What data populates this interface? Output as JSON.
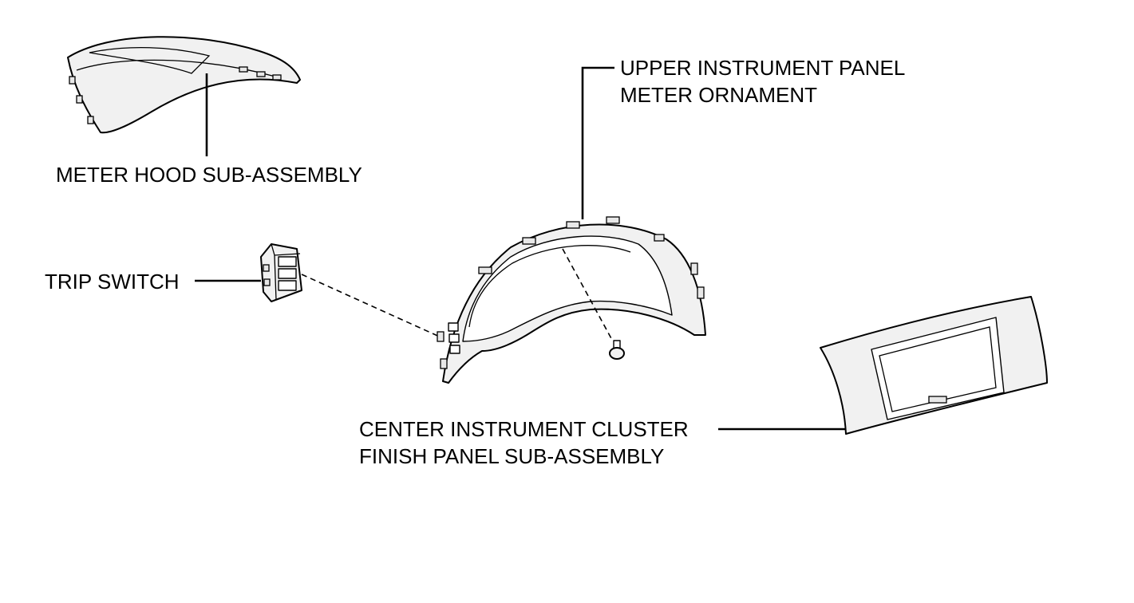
{
  "labels": {
    "meter_hood": "METER HOOD SUB-ASSEMBLY",
    "upper_panel_line1": "UPPER INSTRUMENT PANEL",
    "upper_panel_line2": "METER ORNAMENT",
    "trip_switch": "TRIP SWITCH",
    "center_panel_line1": "CENTER INSTRUMENT CLUSTER",
    "center_panel_line2": "FINISH PANEL SUB-ASSEMBLY"
  }
}
